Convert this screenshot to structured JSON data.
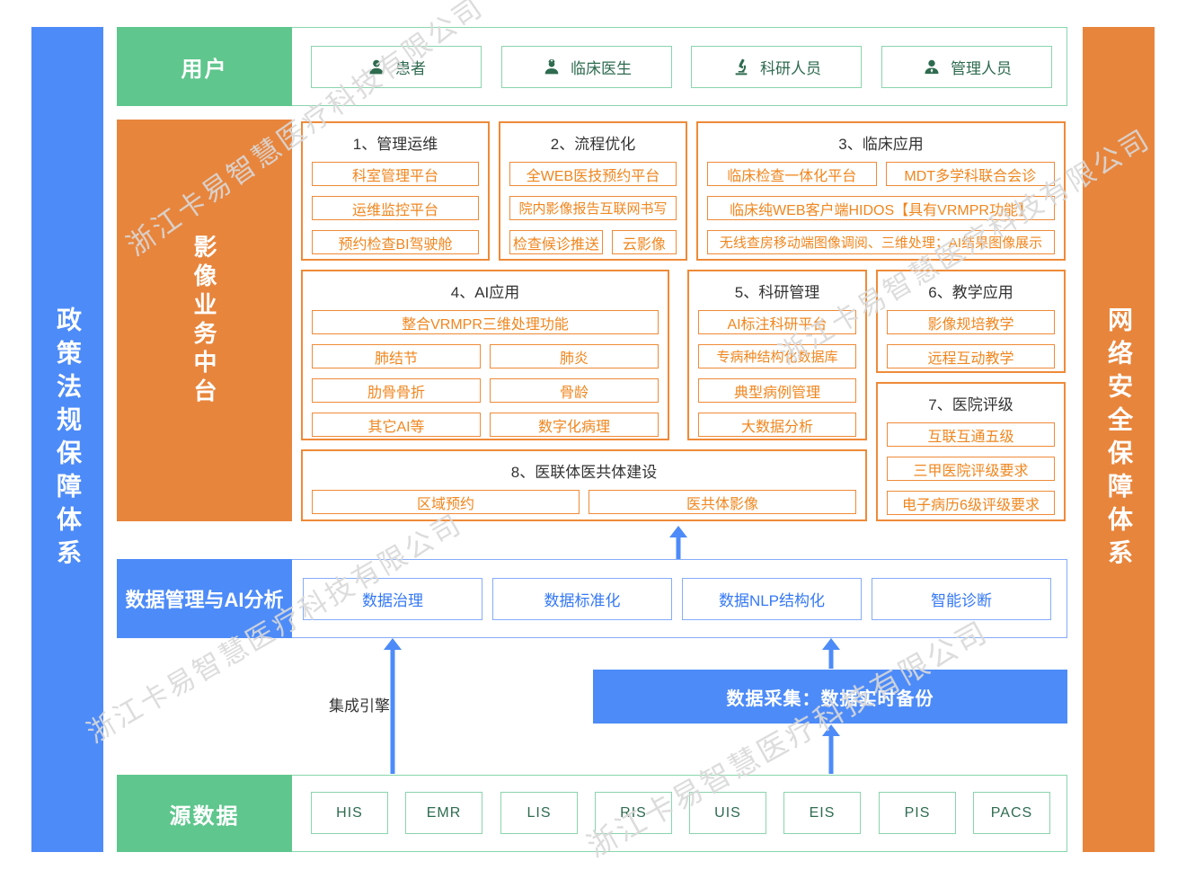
{
  "colors": {
    "green": "#5FC68D",
    "green-border": "#8AD5AC",
    "green-dark": "#2E6B4F",
    "orange": "#E8853C",
    "orange-line": "#EF8A38",
    "orange-text": "#F0861E",
    "blue": "#4D8BF8",
    "blue-border": "#85ACF9",
    "blue-text": "#3478F6",
    "title": "#333333",
    "watermark": "#D9D9D9"
  },
  "watermark": {
    "text": "浙江卡易智慧医疗科技有限公司"
  },
  "left_bar": {
    "label": "政策法规保障体系"
  },
  "right_bar": {
    "label": "网络安全保障体系"
  },
  "users": {
    "label": "用户",
    "items": [
      {
        "label": "患者",
        "icon": "patient-icon"
      },
      {
        "label": "临床医生",
        "icon": "doctor-icon"
      },
      {
        "label": "科研人员",
        "icon": "microscope-icon"
      },
      {
        "label": "管理人员",
        "icon": "admin-icon"
      }
    ]
  },
  "platform": {
    "label": "影像业务中台",
    "sections": [
      {
        "title": "1、管理运维",
        "items": [
          "科室管理平台",
          "运维监控平台",
          "预约检查BI驾驶舱"
        ]
      },
      {
        "title": "2、流程优化",
        "items": [
          "全WEB医技预约平台",
          "院内影像报告互联网书写",
          "检查候诊推送",
          "云影像"
        ]
      },
      {
        "title": "3、临床应用",
        "items": [
          "临床检查一体化平台",
          "MDT多学科联合会诊",
          "临床纯WEB客户端HIDOS【具有VRMPR功能】",
          "无线查房移动端图像调阅、三维处理；AI结果图像展示"
        ]
      },
      {
        "title": "4、AI应用",
        "items": [
          "整合VRMPR三维处理功能",
          "肺结节",
          "肺炎",
          "肋骨骨折",
          "骨龄",
          "其它AI等",
          "数字化病理"
        ]
      },
      {
        "title": "5、科研管理",
        "items": [
          "AI标注科研平台",
          "专病种结构化数据库",
          "典型病例管理",
          "大数据分析"
        ]
      },
      {
        "title": "6、教学应用",
        "items": [
          "影像规培教学",
          "远程互动教学"
        ]
      },
      {
        "title": "7、医院评级",
        "items": [
          "互联互通五级",
          "三甲医院评级要求",
          "电子病历6级评级要求"
        ]
      },
      {
        "title": "8、医联体医共体建设",
        "items": [
          "区域预约",
          "医共体影像"
        ]
      }
    ]
  },
  "data_mgmt": {
    "label": "数据管理与AI分析",
    "items": [
      "数据治理",
      "数据标准化",
      "数据NLP结构化",
      "智能诊断"
    ]
  },
  "pipeline": {
    "integration_engine": "集成引擎",
    "data_collection": "数据采集：数据实时备份"
  },
  "source_data": {
    "label": "源数据",
    "items": [
      "HIS",
      "EMR",
      "LIS",
      "RIS",
      "UIS",
      "EIS",
      "PIS",
      "PACS"
    ]
  }
}
